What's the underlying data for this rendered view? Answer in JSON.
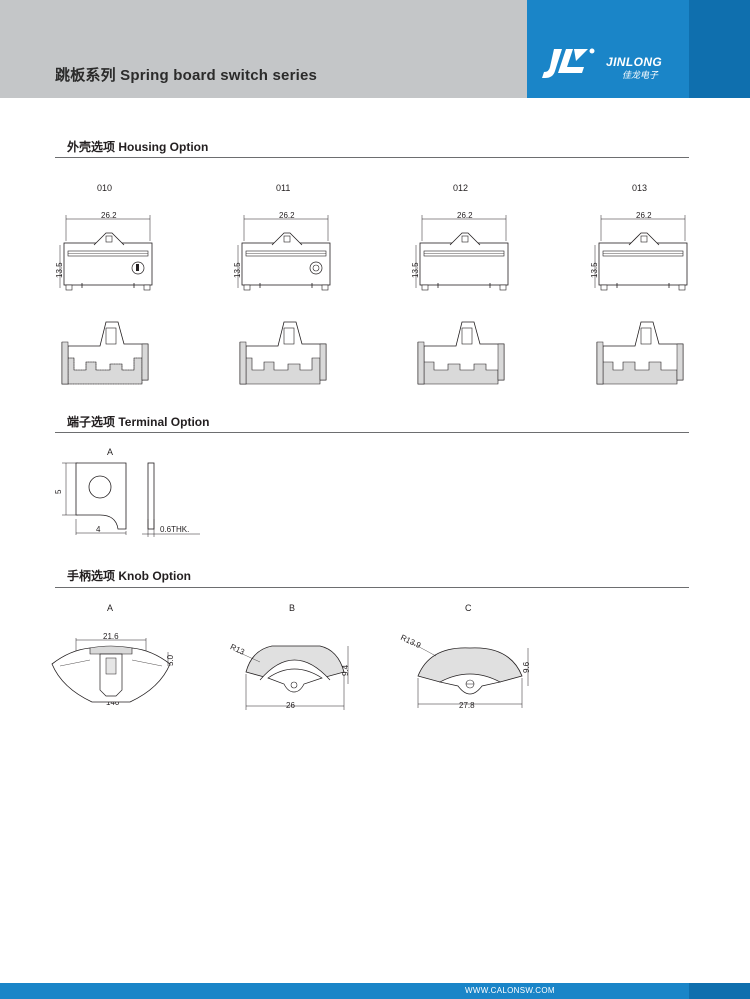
{
  "header": {
    "title": "跳板系列  Spring board switch series",
    "brand_name": "JINLONG",
    "brand_cn": "佳龙电子",
    "band_color": "#c4c6c8",
    "brand_color": "#1a85c8"
  },
  "housing": {
    "heading": "外壳选项 Housing Option",
    "options": [
      {
        "code": "010",
        "width": "26.2",
        "height": "13.5"
      },
      {
        "code": "011",
        "width": "26.2",
        "height": "13.5"
      },
      {
        "code": "012",
        "width": "26.2",
        "height": "13.5"
      },
      {
        "code": "013",
        "width": "26.2",
        "height": "13.5"
      }
    ]
  },
  "terminal": {
    "heading": "端子选项 Terminal Option",
    "option": {
      "code": "A",
      "height": "5",
      "width": "4",
      "thickness": "0.6THK."
    }
  },
  "knob": {
    "heading": "手柄选项 Knob Option",
    "options": [
      {
        "code": "A",
        "width": "21.6",
        "height": "5.0",
        "angle": "140 °"
      },
      {
        "code": "B",
        "radius": "R13",
        "height": "9.4",
        "width": "26"
      },
      {
        "code": "C",
        "radius": "R13.9",
        "height": "9.6",
        "width": "27.8"
      }
    ]
  },
  "footer": {
    "url": "WWW.CALONSW.COM"
  }
}
